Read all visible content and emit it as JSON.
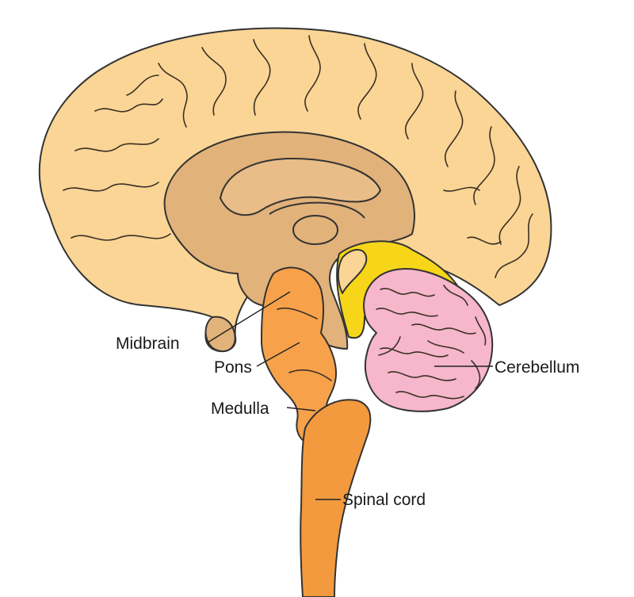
{
  "labels": {
    "midbrain": "Midbrain",
    "pons": "Pons",
    "medulla": "Medulla",
    "spinal_cord": "Spinal cord",
    "cerebellum": "Cerebellum"
  },
  "colors": {
    "cerebrum": "#fbd595",
    "inner_brain": "#e1b27a",
    "brainstem": "#f7a24a",
    "spinal_cord": "#f49a3e",
    "cerebellum": "#f6b6cb",
    "yellow_region": "#f7d619",
    "outline": "#333333"
  }
}
